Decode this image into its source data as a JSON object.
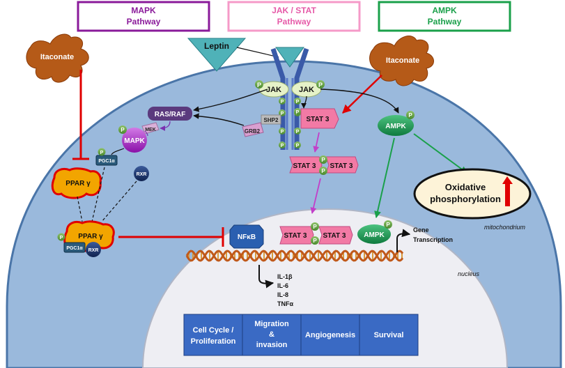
{
  "pathways": [
    {
      "name": "MAPK",
      "sub": "Pathway",
      "color": "#8a1a9a"
    },
    {
      "name": "JAK / STAT",
      "sub": "Pathway",
      "color": "#e65aa8"
    },
    {
      "name": "AMPK",
      "sub": "Pathway",
      "color": "#1aa04a"
    }
  ],
  "ligands": {
    "leptin": "Leptin",
    "itaconate_left": "Itaconate",
    "itaconate_right": "Itaconate"
  },
  "proteins": {
    "jak_left": "JAK",
    "jak_right": "JAK",
    "p": "P",
    "stat3_single": "STAT 3",
    "stat3_dimer_a": "STAT 3",
    "stat3_dimer_b": "STAT 3",
    "stat3_nuc_a": "STAT 3",
    "stat3_nuc_b": "STAT 3",
    "ras_raf": "RAS/RAF",
    "mek": "MEK",
    "mapk": "MAPK",
    "grb2": "GRB2",
    "shp2": "SHP2",
    "pgc1a_top": "PGC1α",
    "rxr_top": "RXR",
    "ppar_top": "PPAR γ",
    "ppar_bottom": "PPAR γ",
    "pgc1a_bottom": "PGC1α",
    "rxr_bottom": "RXR",
    "ampk_cyto": "AMPK",
    "ampk_nuc": "AMPK",
    "nfkb": "NFκB"
  },
  "organelles": {
    "oxphos_line1": "Oxidative",
    "oxphos_line2": "phosphorylation",
    "mito": "mitochondrium",
    "nucleus": "nucleus"
  },
  "gene": {
    "line1": "Gene",
    "line2": "Transcription"
  },
  "cytokines": [
    "IL-1β",
    "IL-6",
    "IL-8",
    "TNFα"
  ],
  "outcomes": [
    {
      "l1": "Cell Cycle /",
      "l2": "Proliferation",
      "l3": ""
    },
    {
      "l1": "Migration",
      "l2": "&",
      "l3": "invasion"
    },
    {
      "l1": "Angiogenesis",
      "l2": "",
      "l3": ""
    },
    {
      "l1": "Survival",
      "l2": "",
      "l3": ""
    }
  ],
  "colors": {
    "cell": "#9ab9dc",
    "cell_edge": "#4a75a8",
    "nucleus": "#eeeef3",
    "mapk": "#a020c0",
    "stat": "#f27aa5",
    "ampk": "#1a9a55",
    "inhibit": "#e00000",
    "outcome": "#3a6ac4",
    "itaconate": "#b55a18"
  }
}
